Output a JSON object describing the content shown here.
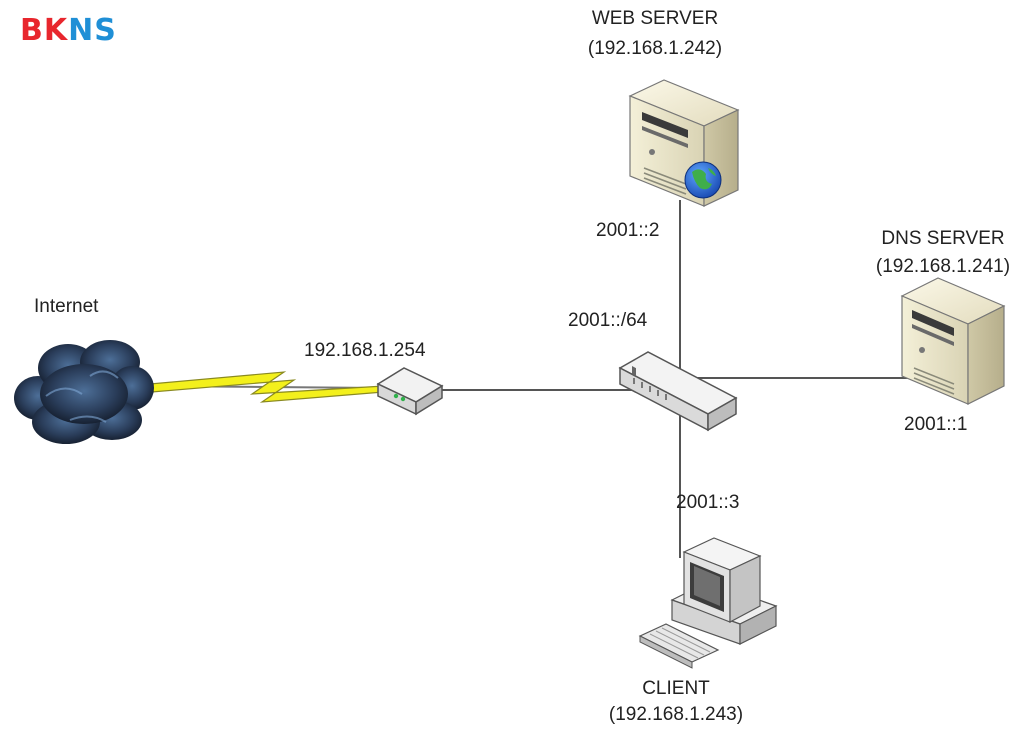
{
  "brand": {
    "logo_part1": "BK",
    "logo_part2": "NS",
    "colors": {
      "red": "#e8262d",
      "blue": "#1f8fd6"
    }
  },
  "nodes": {
    "internet": {
      "label": "Internet",
      "icon": "cloud-icon"
    },
    "router": {
      "label": "192.168.1.254",
      "icon": "router-icon"
    },
    "switch": {
      "label": "2001::/64",
      "icon": "switch-icon"
    },
    "web_server": {
      "title": "WEB SERVER",
      "ip": "(192.168.1.242)",
      "ipv6": "2001::2",
      "icon": "web-server-icon"
    },
    "dns_server": {
      "title": "DNS SERVER",
      "ip": "(192.168.1.241)",
      "ipv6": "2001::1",
      "icon": "server-icon"
    },
    "client": {
      "title": "CLIENT",
      "ip": "(192.168.1.243)",
      "ipv6": "2001::3",
      "icon": "desktop-computer-icon"
    }
  },
  "colors": {
    "lightning": "#f3f01c",
    "line": "#555555",
    "cloud": "#2b3a52"
  }
}
